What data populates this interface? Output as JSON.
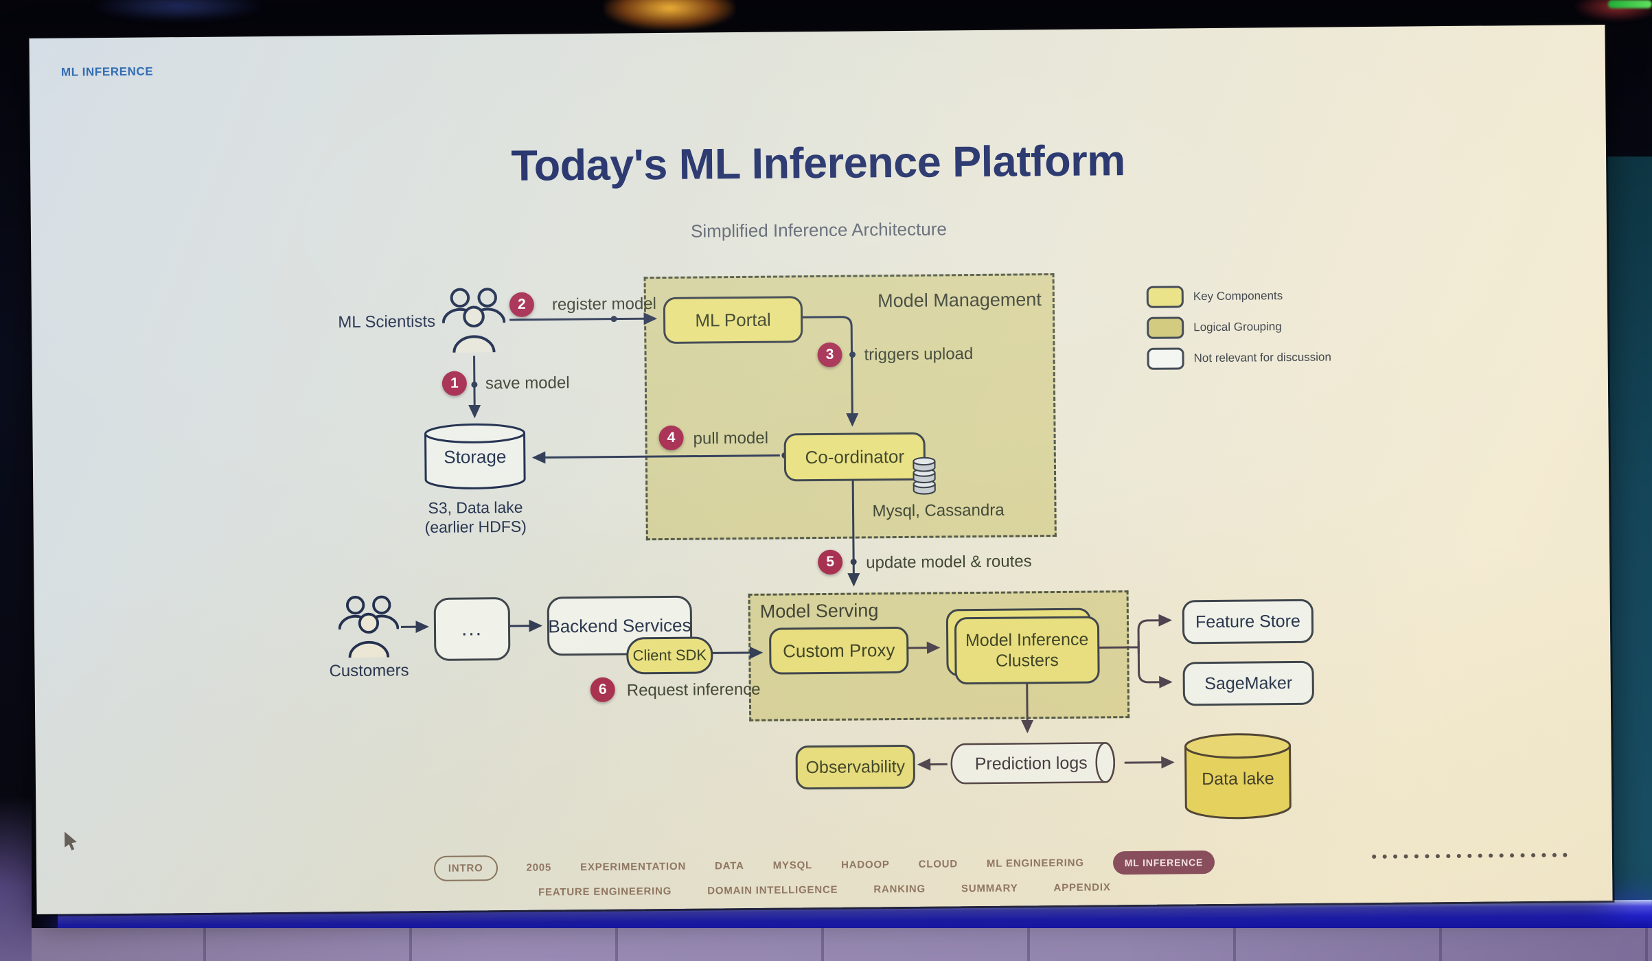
{
  "slide": {
    "corner_tag": "ML INFERENCE",
    "title": "Today's ML Inference Platform",
    "subtitle": "Simplified Inference Architecture"
  },
  "legend": {
    "key_components": "Key Components",
    "logical_grouping": "Logical Grouping",
    "not_relevant": "Not relevant for discussion"
  },
  "diagram": {
    "groups": {
      "model_management": "Model Management",
      "model_serving": "Model Serving"
    },
    "nodes": {
      "ml_scientists": "ML Scientists",
      "ml_portal": "ML Portal",
      "storage": "Storage",
      "storage_caption1": "S3, Data lake",
      "storage_caption2": "(earlier HDFS)",
      "coordinator": "Co-ordinator",
      "coordinator_db": "Mysql, Cassandra",
      "customers": "Customers",
      "passthrough": "...",
      "backend_services": "Backend Services",
      "client_sdk": "Client SDK",
      "custom_proxy": "Custom Proxy",
      "model_inference_line1": "Model Inference",
      "model_inference_line2": "Clusters",
      "feature_store": "Feature Store",
      "sagemaker": "SageMaker",
      "observability": "Observability",
      "prediction_logs": "Prediction logs",
      "data_lake": "Data lake"
    },
    "steps": [
      {
        "num": "1",
        "label": "save model"
      },
      {
        "num": "2",
        "label": "register model"
      },
      {
        "num": "3",
        "label": "triggers upload"
      },
      {
        "num": "4",
        "label": "pull model"
      },
      {
        "num": "5",
        "label": "update model & routes"
      },
      {
        "num": "6",
        "label": "Request inference"
      }
    ]
  },
  "nav": {
    "row1": [
      "INTRO",
      "2005",
      "EXPERIMENTATION",
      "DATA",
      "MYSQL",
      "HADOOP",
      "CLOUD",
      "ML ENGINEERING",
      "ML INFERENCE"
    ],
    "row2": [
      "FEATURE ENGINEERING",
      "DOMAIN INTELLIGENCE",
      "RANKING",
      "SUMMARY",
      "APPENDIX"
    ],
    "active_item": "ML INFERENCE"
  },
  "pagination_dots": "●●●●●●●●●●●●●●●●●●●",
  "colors": {
    "title": "#1c2b66",
    "corner_tag": "#2f6ab2",
    "component_fill": "#e9e181",
    "grouping_fill": "#cfc878",
    "badge": "#a62c50",
    "nav_active_bg": "#82465c",
    "line_navy": "#2e3a55",
    "line_dark": "#4a4150"
  }
}
